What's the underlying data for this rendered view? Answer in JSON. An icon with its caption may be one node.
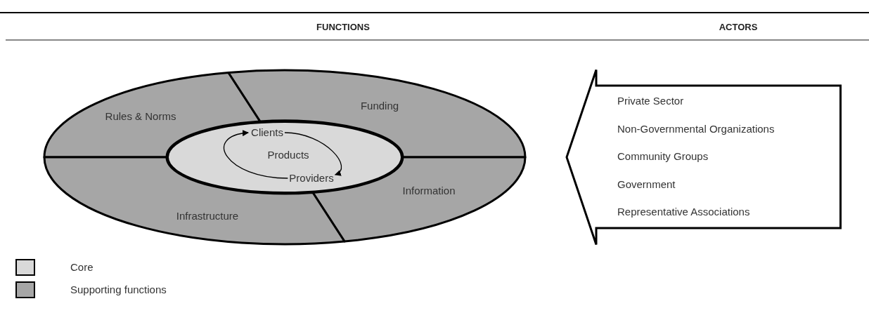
{
  "diagram": {
    "nodes": [
      {
        "text": [
          "Rules & Norms"
        ]
      },
      {
        "text": [
          "Funding"
        ]
      },
      {
        "text": [],
        "shape": "ellipse"
      },
      {
        "text": [
          "Clients"
        ],
        "in": 2
      },
      {
        "text": [
          "Products"
        ],
        "in": 2
      },
      {
        "text": [
          "Providers"
        ],
        "in": 2
      },
      {
        "text": [
          "Information"
        ]
      },
      {
        "text": [
          "Infrastructure"
        ]
      },
      {
        "text": [
          "Private Sector",
          "Non-Governmental Organizations",
          "Community Groups",
          "Government",
          "Representative Associations"
        ]
      }
    ],
    "edges": [
      {
        "from": 3,
        "to": 5,
        "arrow": "to"
      },
      {
        "from": 5,
        "to": 3,
        "arrow": "to"
      }
    ],
    "labels": [
      "FUNCTIONS",
      "ACTORS"
    ],
    "legend": [
      {
        "text": "Core",
        "color": "#d9d9d9"
      },
      {
        "text": "Supporting functions",
        "color": "#a6a6a6"
      }
    ]
  }
}
